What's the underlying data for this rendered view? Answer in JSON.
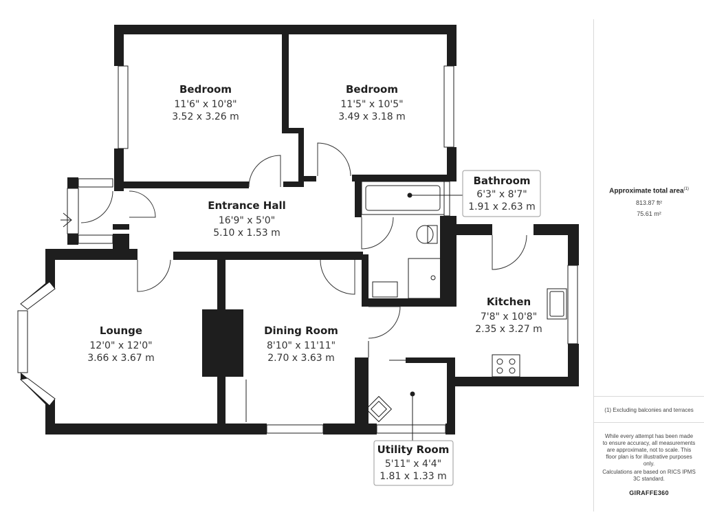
{
  "rooms": {
    "bedroom1": {
      "name": "Bedroom",
      "imperial": "11'6\" x 10'8\"",
      "metric": "3.52 x 3.26 m"
    },
    "bedroom2": {
      "name": "Bedroom",
      "imperial": "11'5\" x 10'5\"",
      "metric": "3.49 x 3.18 m"
    },
    "bathroom": {
      "name": "Bathroom",
      "imperial": "6'3\" x 8'7\"",
      "metric": "1.91 x 2.63 m"
    },
    "entrance_hall": {
      "name": "Entrance Hall",
      "imperial": "16'9\" x 5'0\"",
      "metric": "5.10 x 1.53 m"
    },
    "kitchen": {
      "name": "Kitchen",
      "imperial": "7'8\" x 10'8\"",
      "metric": "2.35 x 3.27 m"
    },
    "lounge": {
      "name": "Lounge",
      "imperial": "12'0\" x 12'0\"",
      "metric": "3.66 x 3.67 m"
    },
    "dining_room": {
      "name": "Dining Room",
      "imperial": "8'10\" x 11'11\"",
      "metric": "2.70 x 3.63 m"
    },
    "utility_room": {
      "name": "Utility Room",
      "imperial": "5'11\" x 4'4\"",
      "metric": "1.81 x 1.33 m"
    }
  },
  "sidebar": {
    "area_title": "Approximate total area",
    "area_title_note": "(1)",
    "area_ft": "813.87 ft²",
    "area_m": "75.61 m²",
    "exclusion_note": "(1) Excluding balconies and terraces",
    "disclaimer": "While every attempt has been made to ensure accuracy, all measurements are approximate, not to scale. This floor plan is for illustrative purposes only.",
    "calc_note": "Calculations are based on RICS IPMS 3C standard.",
    "brand": "GIRAFFE360"
  },
  "colors": {
    "wall": "#1e1e1e",
    "label_border": "#9a9a9a",
    "divider": "#d9d9d9"
  },
  "icons": [
    "entry-arrow-icon",
    "fireplace-icon",
    "bathtub-icon",
    "toilet-icon",
    "shower-icon",
    "basin-icon",
    "sink-icon",
    "hob-icon",
    "boiler-icon"
  ]
}
